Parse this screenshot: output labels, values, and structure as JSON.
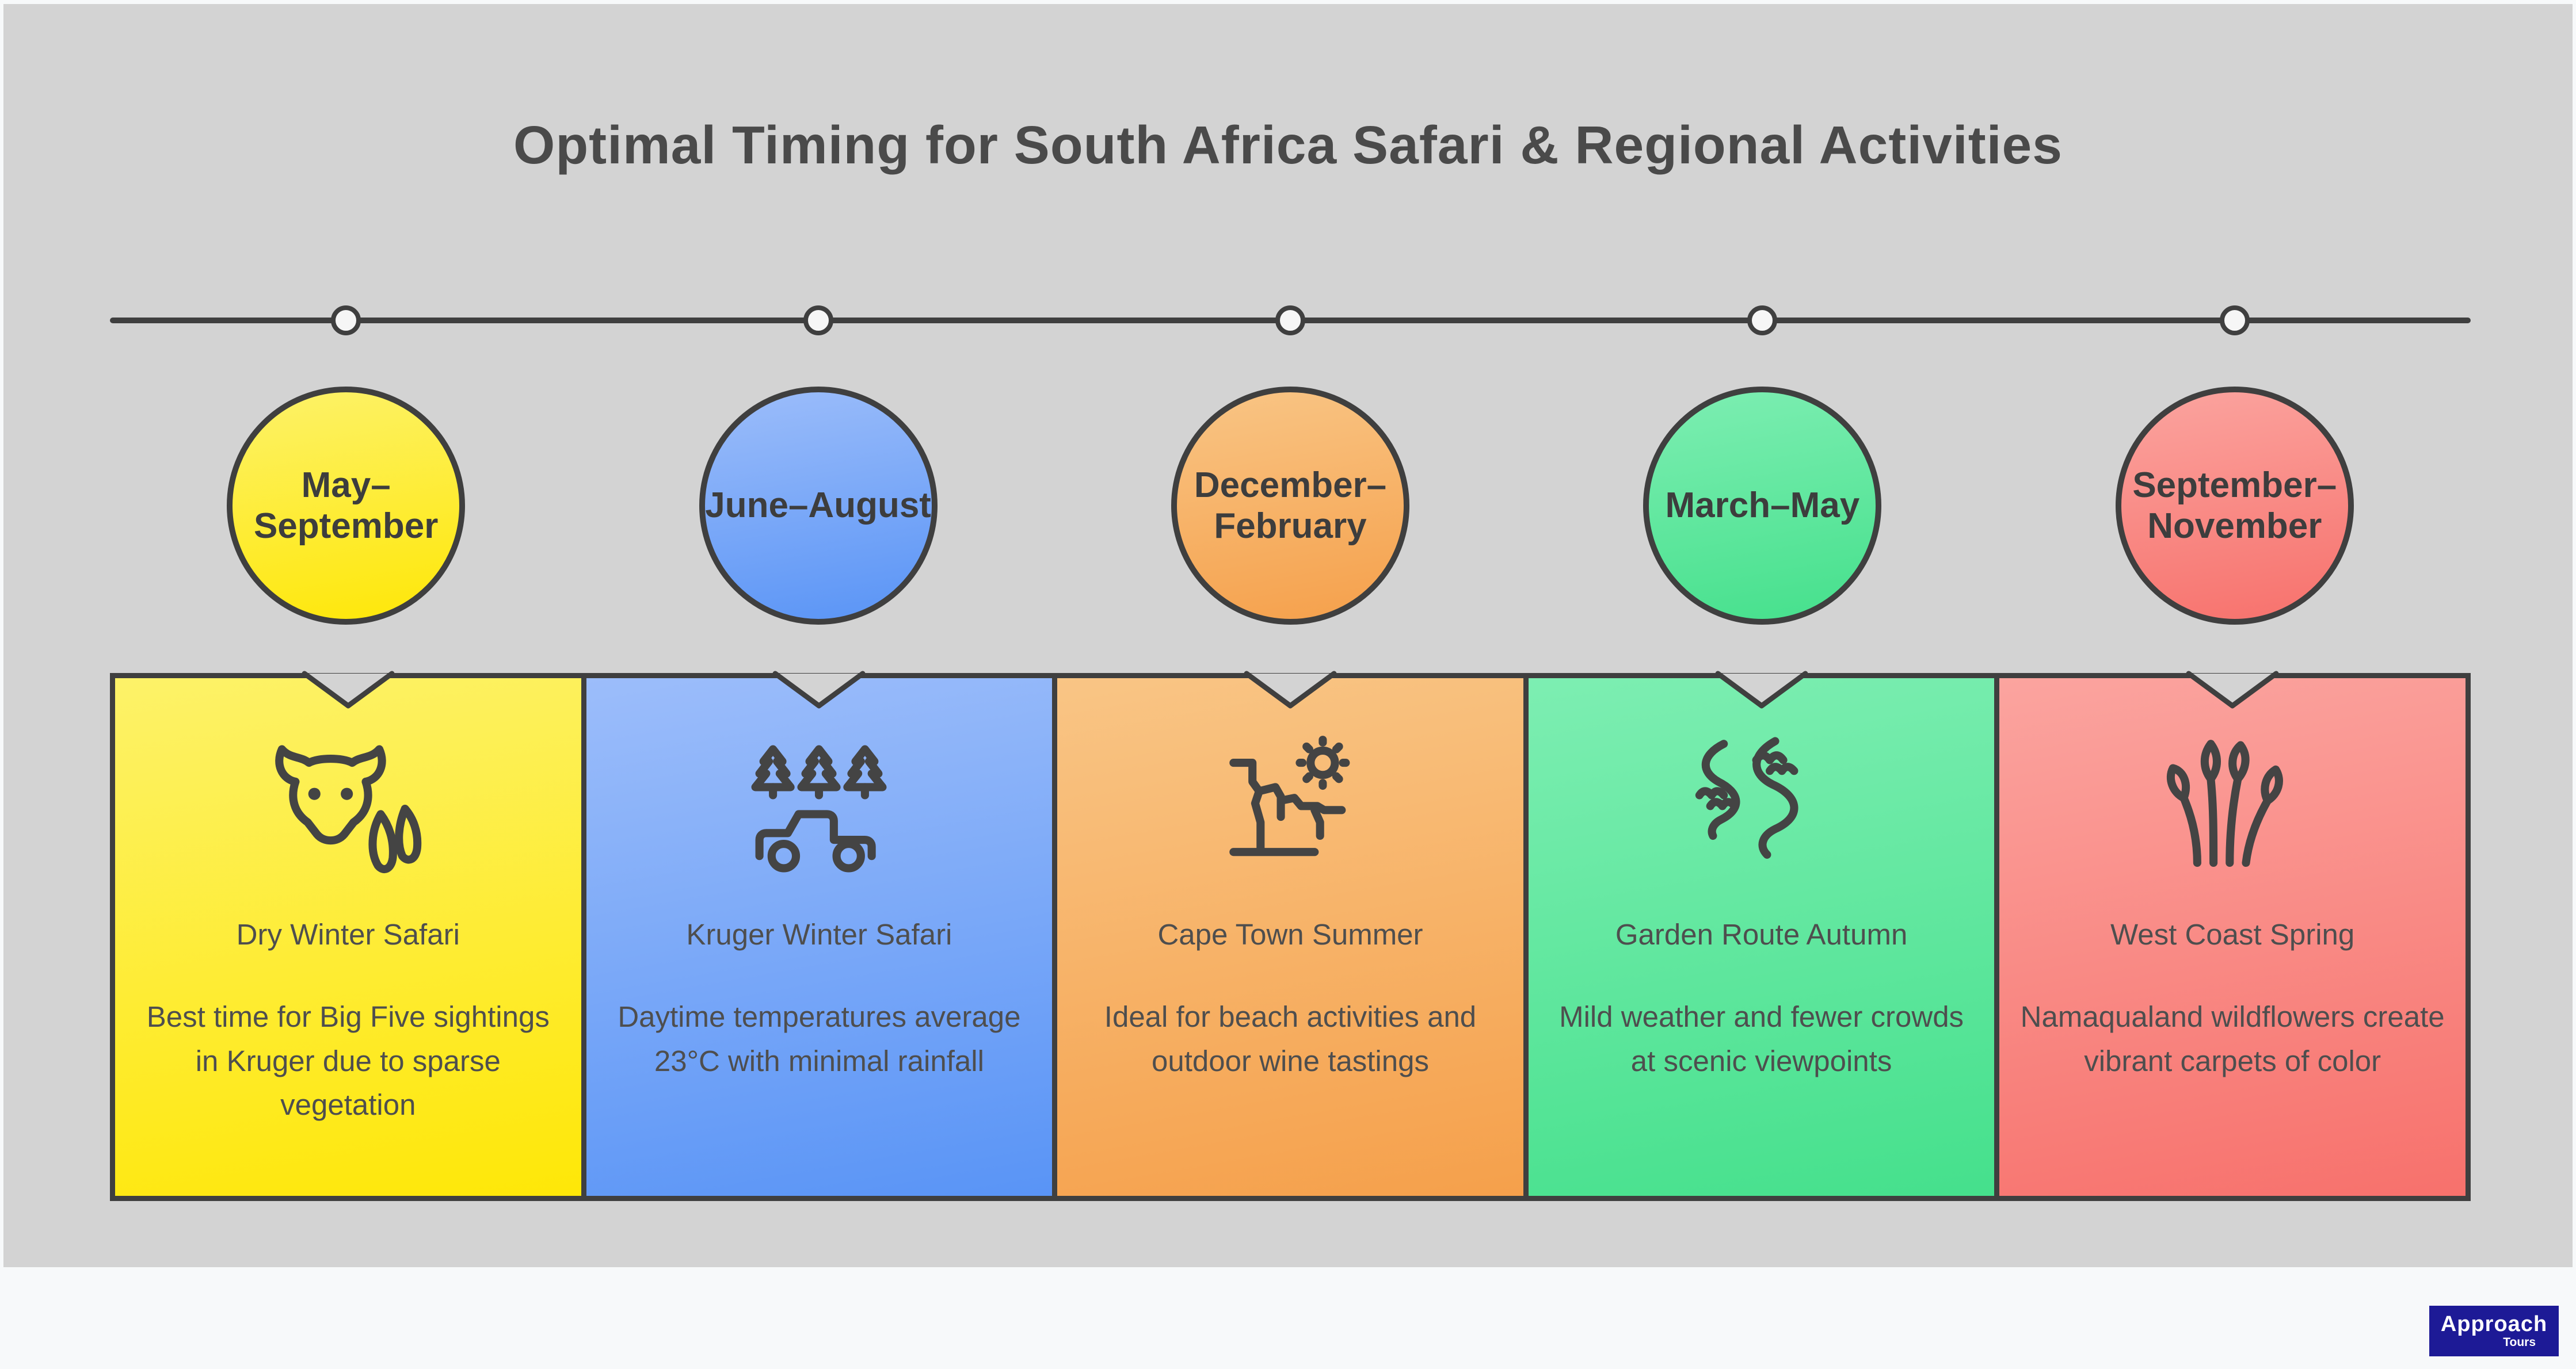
{
  "title": "Optimal Timing for South Africa Safari & Regional Activities",
  "timeline": {
    "items": [
      {
        "period": "May–September",
        "heading": "Dry Winter Safari",
        "description": "Best time for Big Five sightings in Kruger due to sparse vegetation",
        "icon": "buffalo-tracks-icon",
        "color_light": "#fdf269",
        "color_dark": "#fee707"
      },
      {
        "period": "June–August",
        "heading": "Kruger Winter Safari",
        "description": "Daytime temperatures average 23°C with minimal rainfall",
        "icon": "trees-truck-icon",
        "color_light": "#9cbdfa",
        "color_dark": "#5994f6"
      },
      {
        "period": "December–February",
        "heading": "Cape Town Summer",
        "description": "Ideal for beach activities and outdoor wine tastings",
        "icon": "cliff-sun-icon",
        "color_light": "#f9c585",
        "color_dark": "#f5a04b"
      },
      {
        "period": "March–May",
        "heading": "Garden Route Autumn",
        "description": "Mild weather and fewer crowds at scenic viewpoints",
        "icon": "river-birds-icon",
        "color_light": "#7deeb2",
        "color_dark": "#45e08c"
      },
      {
        "period": "September–November",
        "heading": "West Coast Spring",
        "description": "Namaqualand wildflowers create vibrant carpets of color",
        "icon": "wildflowers-icon",
        "color_light": "#fba49f",
        "color_dark": "#f7716c"
      }
    ]
  },
  "logo": {
    "brand": "Approach",
    "subtext": "Tours",
    "background": "#1d1a96"
  },
  "colors": {
    "canvas": "#d3d3d3",
    "pagebg": "#f7f9fa",
    "stroke": "#3f3f3f",
    "text": "#4e4e4e"
  }
}
